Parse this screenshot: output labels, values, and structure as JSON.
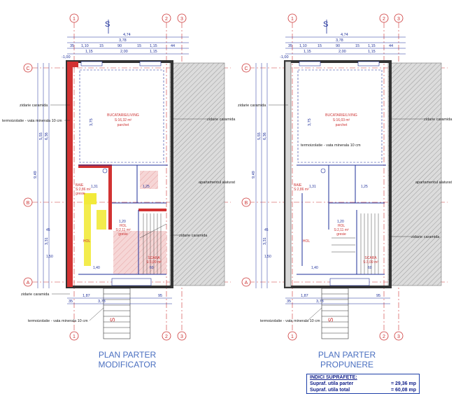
{
  "left_plan": {
    "title_line1": "PLAN PARTER",
    "title_line2": "MODIFICATOR",
    "room_kitchen": "BUCATARIE/LIVING",
    "room_kitchen_area": "S:16,32 m²",
    "room_kitchen_floor": "parchet",
    "room_bath": "BAIE",
    "room_bath_area": "S:2,86 m²",
    "room_bath_floor": "gresie",
    "room_hall": "HOL",
    "room_hall_area": "S:2,11 m²",
    "room_hall_floor": "gresie",
    "room_hall2": "HOL",
    "room_stair": "SCARA",
    "room_stair_area": "S:3,09 m²",
    "label_wall_top": "zidarie caramida",
    "label_wall_right": "zidarie caramida",
    "label_insulation": "termoizolatie - vata minerala 10 cm",
    "label_insulation_bottom": "termoizolatie - vata minerala 10 cm",
    "label_wall_bottom": "zidarie caramida",
    "label_wall_mid_right": "zidarie caramida",
    "label_neighbor": "apartamentul alaturat"
  },
  "right_plan": {
    "title_line1": "PLAN PARTER",
    "title_line2": "PROPUNERE",
    "room_kitchen": "BUCATARIE/LIVING",
    "room_kitchen_area": "S:16,03 m²",
    "room_kitchen_floor": "parchet",
    "room_bath": "BAIE",
    "room_bath_area": "S:2,86 m²",
    "room_hall": "HOL",
    "room_hall_area": "S:2,11 m²",
    "room_hall_floor": "gresie",
    "room_hall2": "HOL",
    "room_stair": "SCARA",
    "room_stair_area": "S:3,09 m²",
    "label_wall_top": "zidarie caramida",
    "label_wall_right": "zidarie caramida",
    "label_insulation": "termoizolatie - vata minerala 10 cm",
    "label_insulation_bottom": "termoizolatie - vata minerala 10 cm",
    "label_wall_mid_right": "zidarie caramida",
    "label_neighbor": "apartamentul alaturat"
  },
  "grid_axes": {
    "numbers": [
      "1",
      "2",
      "3"
    ],
    "letters": [
      "C",
      "B",
      "A"
    ]
  },
  "dimensions": {
    "top_total": "4,74",
    "top_inner": "3,78",
    "top_row": [
      "35",
      "1,10",
      "15",
      "90",
      "15",
      "1,15",
      "44"
    ],
    "top_row2": [
      "1,15",
      "2,00",
      "1,15"
    ],
    "top_row3": [
      "1,15",
      "2,00",
      "1,15"
    ],
    "win_labels": [
      "90",
      "90"
    ],
    "left_total": "9,49",
    "left_a": "5,55",
    "left_b": "6,36",
    "left_c": "3,75",
    "left_d": "3,31",
    "bottom_total": "1,87",
    "bottom_b": "95",
    "bottom_c": "3,78",
    "level": "-1,00",
    "small": [
      "1,31",
      "1,20",
      "1,25",
      "1,40",
      "60",
      "45",
      "35",
      "1,50"
    ]
  },
  "north_marks": [
    "S",
    "S"
  ],
  "index_table": {
    "header": "INDICI SUPRAFETE:",
    "rows": [
      {
        "label": "Supraf. utila parter",
        "value": "= 29,36 mp"
      },
      {
        "label": "Supraf. utila total",
        "value": "= 60,08 mp"
      }
    ]
  },
  "colors": {
    "line": "#1e2f9a",
    "axis_red": "#cc3333",
    "wall_demolish": "#d23232",
    "wall_new": "#f2ea3a",
    "stair_pink": "#f3c8c8",
    "neighbor_gray": "#d8d8d8",
    "title_blue": "#4a6fc0"
  }
}
